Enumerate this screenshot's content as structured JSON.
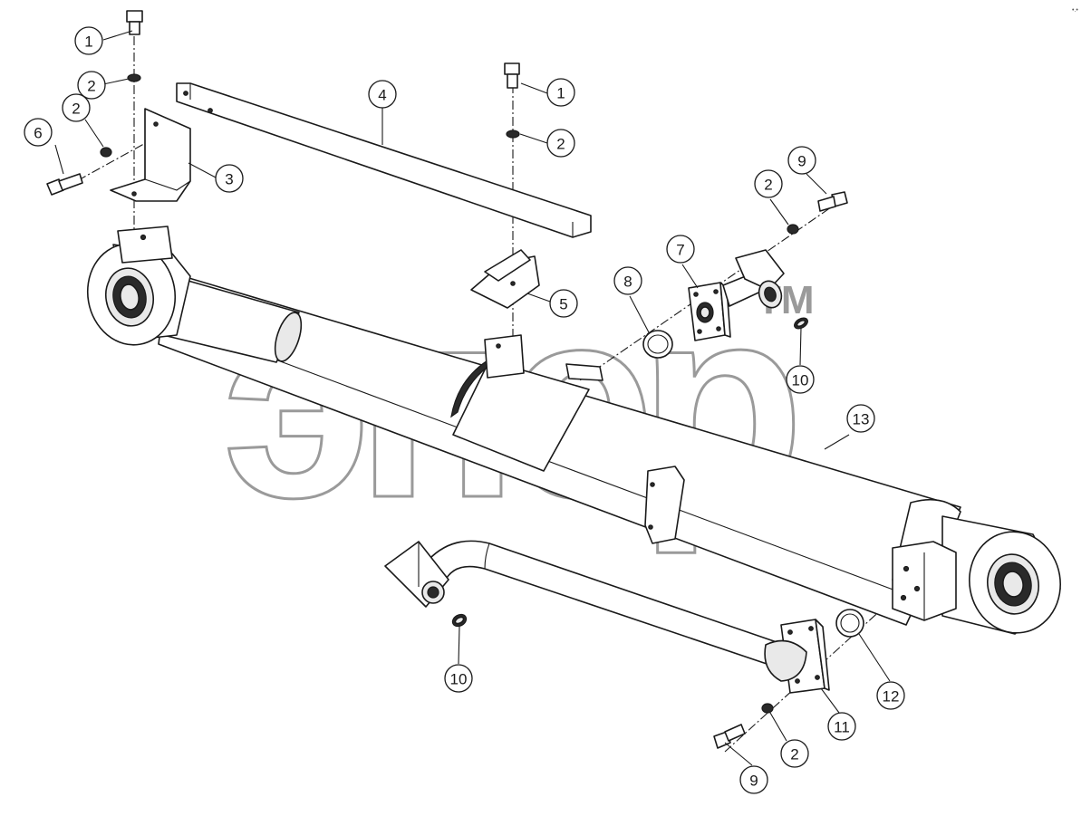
{
  "diagram": {
    "watermark": {
      "text": "эпер",
      "trademark": "TM"
    },
    "callouts": [
      {
        "id": "c1a",
        "label": "1"
      },
      {
        "id": "c1b",
        "label": "1"
      },
      {
        "id": "c2a",
        "label": "2"
      },
      {
        "id": "c2b",
        "label": "2"
      },
      {
        "id": "c2c",
        "label": "2"
      },
      {
        "id": "c2d",
        "label": "2"
      },
      {
        "id": "c2e",
        "label": "2"
      },
      {
        "id": "c3",
        "label": "3"
      },
      {
        "id": "c4",
        "label": "4"
      },
      {
        "id": "c5",
        "label": "5"
      },
      {
        "id": "c6",
        "label": "6"
      },
      {
        "id": "c7",
        "label": "7"
      },
      {
        "id": "c8",
        "label": "8"
      },
      {
        "id": "c9a",
        "label": "9"
      },
      {
        "id": "c9b",
        "label": "9"
      },
      {
        "id": "c10a",
        "label": "10"
      },
      {
        "id": "c10b",
        "label": "10"
      },
      {
        "id": "c11",
        "label": "11"
      },
      {
        "id": "c12",
        "label": "12"
      },
      {
        "id": "c13",
        "label": "13"
      }
    ]
  }
}
